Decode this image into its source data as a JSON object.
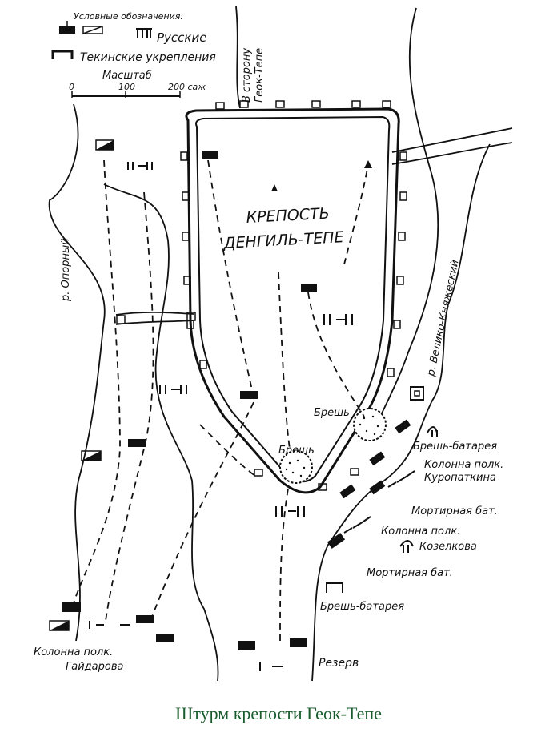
{
  "legend": {
    "title": "Условные обозначения:",
    "russians": "Русские",
    "tekke": "Текинские укрепления",
    "scale_title": "Масштаб",
    "scale_ticks": [
      "0",
      "100",
      "200 саж"
    ]
  },
  "fortress": {
    "line1": "КРЕПОСТЬ",
    "line2": "ДЕНГИЛЬ-ТЕПЕ"
  },
  "direction": {
    "line1": "В сторону",
    "line2": "Геок-Тепе"
  },
  "rivers": {
    "west": "р. Опорный",
    "east": "р. Велико-Княжеский"
  },
  "breaches": {
    "left": "Брешь",
    "right": "Брешь"
  },
  "units": {
    "breach_battery_top": "Брешь-батарея",
    "kuropatkin_1": "Колонна полк.",
    "kuropatkin_2": "Куропаткина",
    "mortar_top": "Мортирная бат.",
    "kozelkov_1": "Колонна полк.",
    "kozelkov_2": "Козелкова",
    "mortar_bottom": "Мортирная бат.",
    "breach_battery_bottom": "Брешь-батарея",
    "gaidarov_1": "Колонна полк.",
    "gaidarov_2": "Гайдарова",
    "reserve": "Резерв"
  },
  "caption": "Штурм крепости Геок-Тепе",
  "colors": {
    "ink": "#111111",
    "caption": "#1a5c2e"
  },
  "icons": [
    "russian-unit-icon",
    "tekke-fortification-icon",
    "battery-icon",
    "redoubt-icon"
  ]
}
